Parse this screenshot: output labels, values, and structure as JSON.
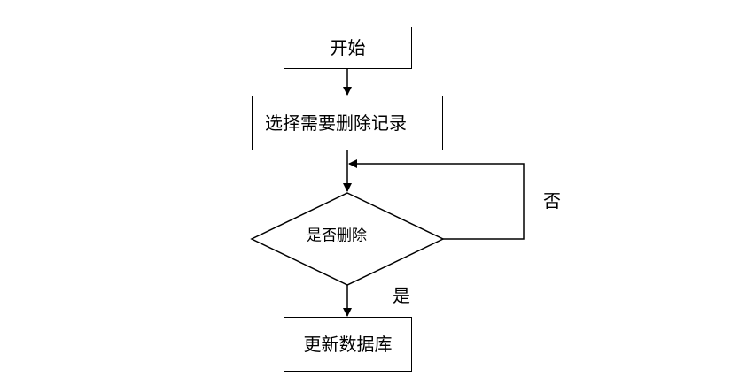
{
  "nodes": {
    "start": "开始",
    "select_record": "选择需要删除记录",
    "decision": "是否删除",
    "update_db": "更新数据库"
  },
  "edges": {
    "no": "否",
    "yes": "是"
  },
  "colors": {
    "stroke": "#000000",
    "fill": "#ffffff"
  }
}
